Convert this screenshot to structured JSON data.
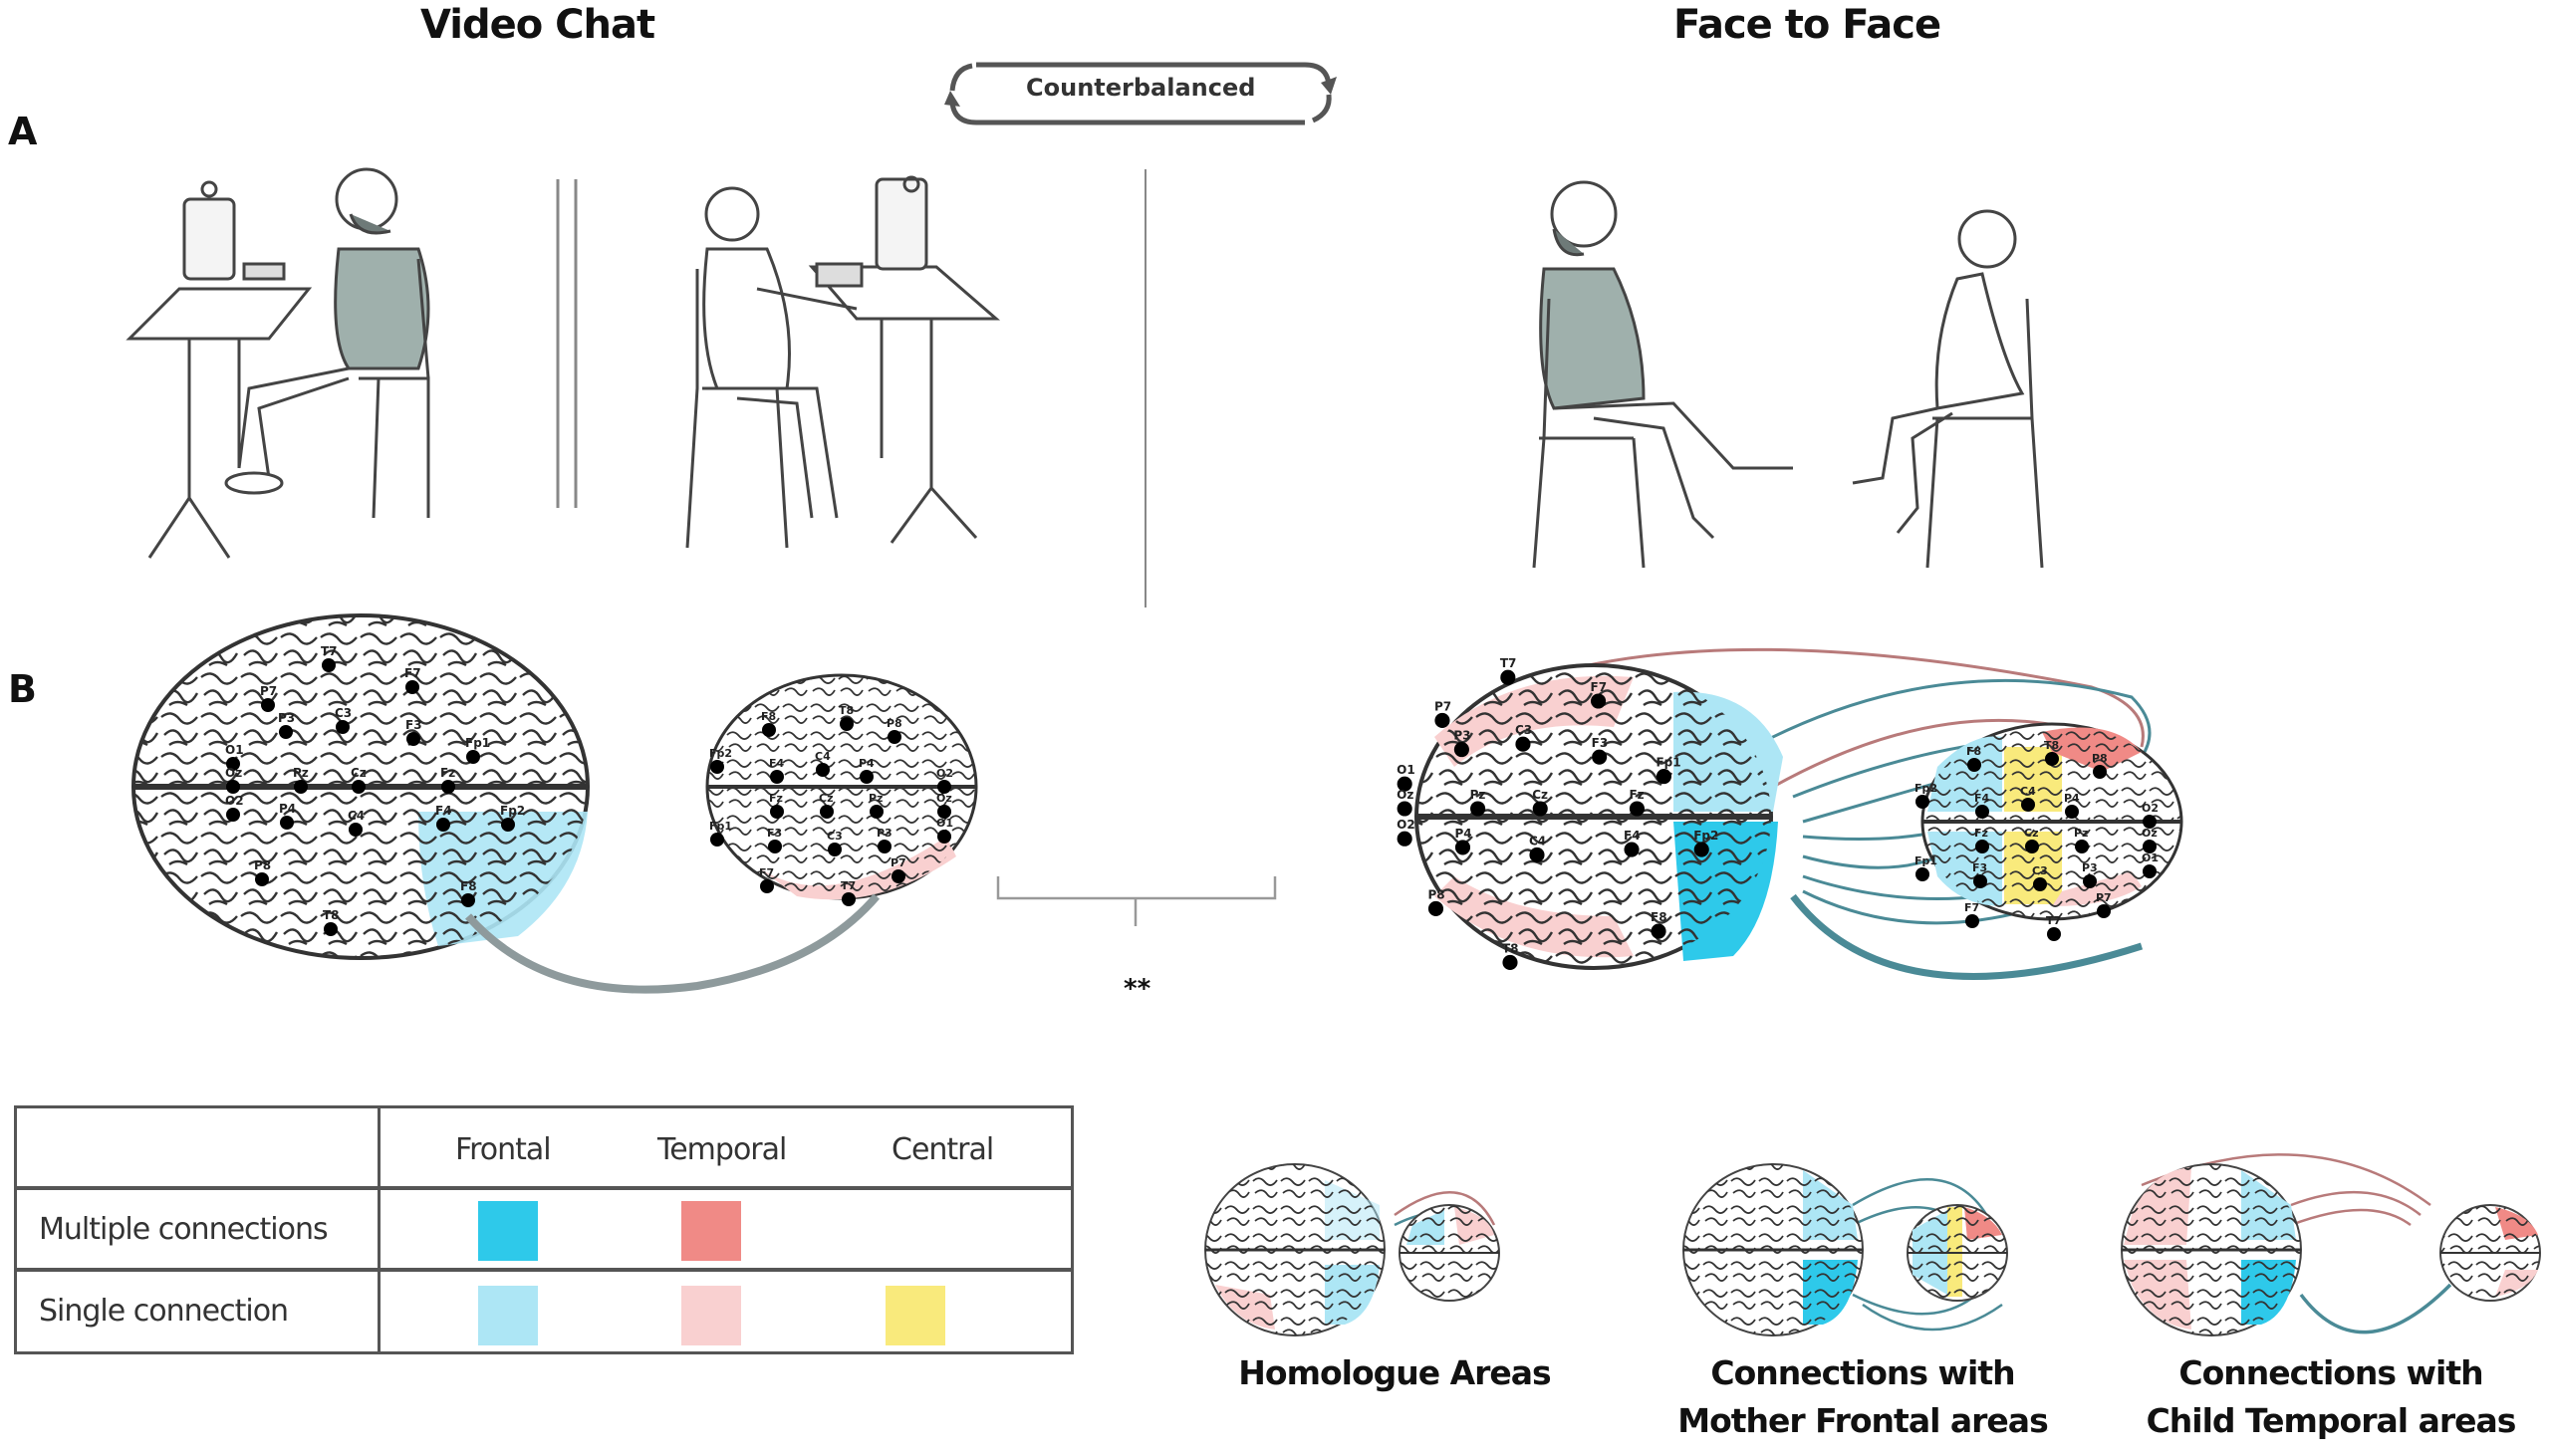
{
  "figure": {
    "conditions": {
      "video_chat": "Video Chat",
      "face_to_face": "Face to Face"
    },
    "order_label": "Counterbalanced",
    "panels": {
      "a": "A",
      "b": "B"
    },
    "significance": "**",
    "colors": {
      "frontal_multiple": "#2ec9ea",
      "temporal_multiple": "#f08a86",
      "frontal_single": "#ade6f5",
      "temporal_single": "#f9d0d0",
      "central_single": "#f9ea7c",
      "connection_frontal": "#4a8a96",
      "connection_temporal": "#b87a7a",
      "connection_gray": "#8e9a9c"
    },
    "mother_brain_electrodes": [
      "T7",
      "F7",
      "P7",
      "P3",
      "C3",
      "F3",
      "Fp1",
      "O1",
      "Oz",
      "Pz",
      "Cz",
      "Fz",
      "O2",
      "P4",
      "C4",
      "F4",
      "Fp2",
      "P8",
      "F8",
      "T8"
    ],
    "child_brain_electrodes": [
      "T8",
      "F8",
      "P8",
      "Fp2",
      "F4",
      "C4",
      "P4",
      "O2",
      "Fz",
      "Cz",
      "Pz",
      "Oz",
      "Fp1",
      "F3",
      "C3",
      "P3",
      "O1",
      "F7",
      "T7",
      "P7"
    ],
    "legend": {
      "columns": [
        "Frontal",
        "Temporal",
        "Central"
      ],
      "rows": [
        {
          "label": "Multiple connections",
          "swatches": [
            "frontal_multiple",
            "temporal_multiple",
            null
          ]
        },
        {
          "label": "Single connection",
          "swatches": [
            "frontal_single",
            "temporal_single",
            "central_single"
          ]
        }
      ]
    },
    "breakdown_captions": [
      {
        "line1": "Homologue Areas",
        "line2": ""
      },
      {
        "line1": "Connections with",
        "line2": "Mother Frontal areas"
      },
      {
        "line1": "Connections with",
        "line2": "Child Temporal areas"
      }
    ]
  }
}
